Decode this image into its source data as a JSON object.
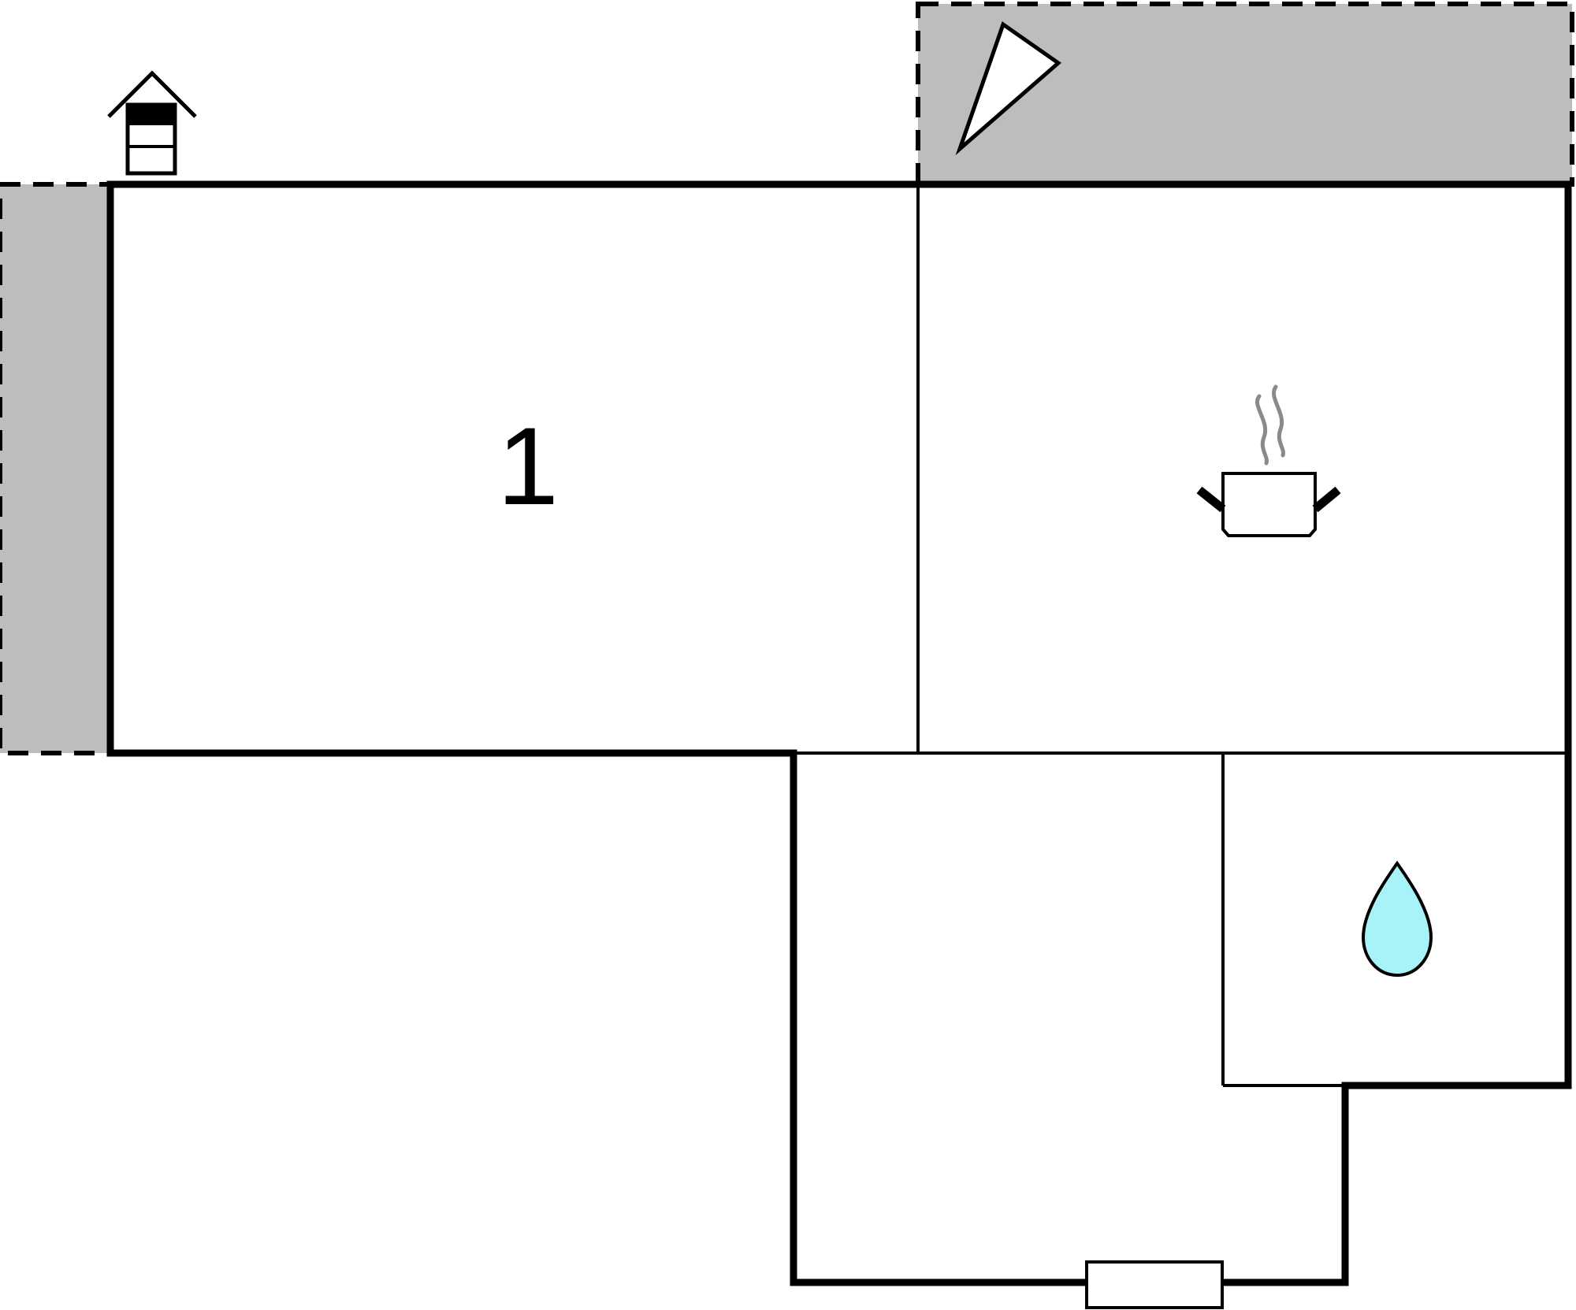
{
  "floorplan": {
    "rooms": [
      {
        "id": "room-1",
        "label": "1"
      },
      {
        "id": "kitchen",
        "label": ""
      },
      {
        "id": "hall",
        "label": ""
      },
      {
        "id": "bathroom",
        "label": ""
      }
    ],
    "icons": [
      {
        "name": "stairs-up-icon",
        "room": "room-1"
      },
      {
        "name": "kitchen-pot-icon",
        "room": "kitchen"
      },
      {
        "name": "water-drop-icon",
        "room": "bathroom"
      },
      {
        "name": "terrace-triangle-icon",
        "room": "terrace"
      },
      {
        "name": "entrance-door-icon",
        "room": "hall"
      }
    ],
    "outdoor_areas": [
      {
        "id": "terrace",
        "style": "dashed-gray"
      },
      {
        "id": "balcony",
        "style": "dashed-gray"
      }
    ],
    "colors": {
      "wall": "#000000",
      "outdoor_fill": "#bdbdbf",
      "water": "#a8f3f8",
      "steam": "#8a8a8a",
      "background": "#ffffff"
    }
  }
}
